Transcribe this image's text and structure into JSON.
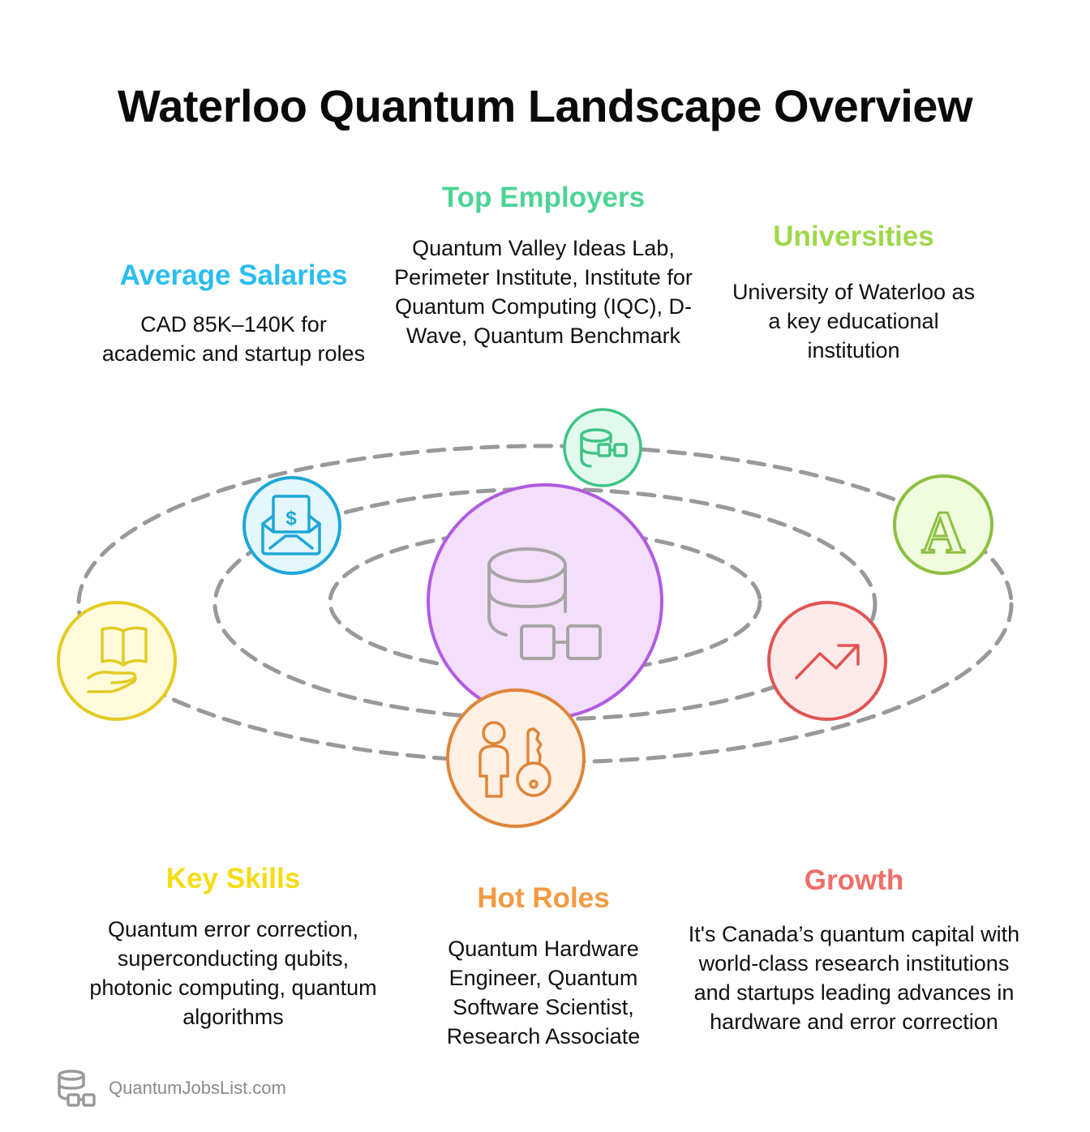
{
  "title": "Waterloo Quantum Landscape Overview",
  "sections": {
    "top_employers": {
      "heading": "Top Employers",
      "color": "#4CD494",
      "body": "Quantum Valley Ideas Lab, Perimeter Institute, Institute for Quantum Computing (IQC), D-Wave, Quantum Benchmark",
      "icon": "database-link-icon"
    },
    "average_salaries": {
      "heading": "Average Salaries",
      "color": "#2BBDF0",
      "body": "CAD 85K–140K for academic and startup roles",
      "icon": "envelope-dollar-icon"
    },
    "universities": {
      "heading": "Universities",
      "color": "#9ED84A",
      "body": "University of Waterloo as a key educational institution",
      "icon": "letter-a-icon"
    },
    "key_skills": {
      "heading": "Key Skills",
      "color": "#F5DC12",
      "body": "Quantum error correction, superconducting qubits, photonic computing, quantum algorithms",
      "icon": "hand-book-icon"
    },
    "hot_roles": {
      "heading": "Hot Roles",
      "color": "#F59A40",
      "body": "Quantum Hardware Engineer, Quantum Software Scientist, Research Associate",
      "icon": "person-key-icon"
    },
    "growth": {
      "heading": "Growth",
      "color": "#F06E68",
      "body": "It's Canada’s quantum capital with world-class research institutions and startups leading advances in hardware and error correction",
      "icon": "trend-up-icon"
    }
  },
  "center": {
    "icon": "database-link-icon",
    "color": "#B05CE0"
  },
  "footer": {
    "brand": "QuantumJobsList.com"
  }
}
